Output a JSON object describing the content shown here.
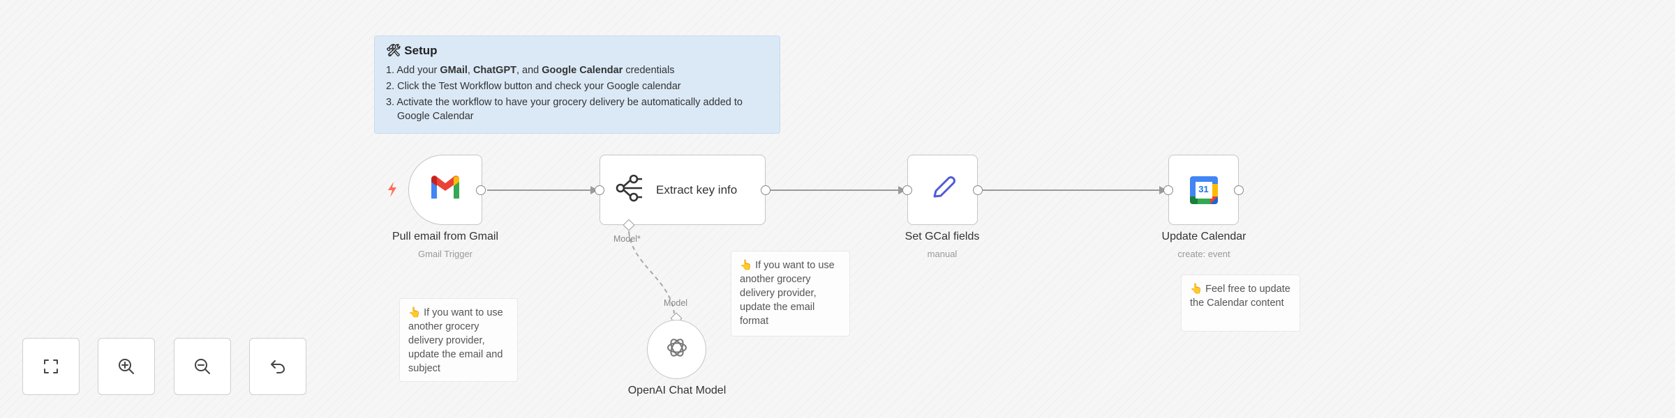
{
  "setup_note": {
    "title": "🛠 Setup",
    "steps": [
      {
        "num": "1. ",
        "parts": [
          "Add your ",
          "GMail",
          ", ",
          "ChatGPT",
          ", and ",
          "Google Calendar",
          " credentials"
        ]
      },
      {
        "num": "2. ",
        "text": "Click the Test Workflow button and check your Google calendar"
      },
      {
        "num": "3. ",
        "text": "Activate the workflow to have your grocery delivery be automatically added to Google Calendar"
      }
    ]
  },
  "nodes": {
    "gmail": {
      "title": "Pull email from Gmail",
      "subtitle": "Gmail Trigger",
      "icon": "gmail-icon",
      "trigger_icon": "⚡"
    },
    "extract": {
      "title": "Extract key info",
      "icon": "information-extractor-icon",
      "port_label": "Model*"
    },
    "set": {
      "title": "Set GCal fields",
      "subtitle": "manual",
      "icon": "pen-icon"
    },
    "calendar": {
      "title": "Update Calendar",
      "subtitle": "create: event",
      "icon": "google-calendar-icon",
      "icon_text": "31"
    },
    "openai": {
      "title": "OpenAI Chat Model",
      "port_label": "Model",
      "icon": "openai-icon"
    }
  },
  "sticky_notes": {
    "note_gmail": "👆 If you want to use another grocery delivery provider, update the email and subject",
    "note_extract": "👆 If you want to use another grocery delivery provider, update the email format",
    "note_calendar": "👆 Feel free to update the Calendar content"
  },
  "controls": {
    "fit_view": "fit-view-icon",
    "zoom_in": "zoom-in-icon",
    "zoom_out": "zoom-out-icon",
    "reset": "undo-icon"
  },
  "colors": {
    "setup_bg": "#dbe9f7",
    "trigger_bolt": "#ff6d5a",
    "pen_blue": "#4f5bd5",
    "gmail_red": "#ea4335",
    "gcal_blue": "#4285f4"
  }
}
